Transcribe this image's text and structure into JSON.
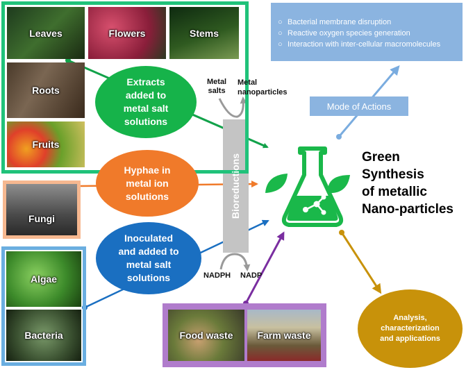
{
  "sources": {
    "plants": [
      "Leaves",
      "Flowers",
      "Stems",
      "Roots",
      "Fruits"
    ],
    "fungi": "Fungi",
    "microbes": [
      "Algae",
      "Bacteria"
    ]
  },
  "processes": {
    "plant": [
      "Extracts",
      "added to",
      "metal salt",
      "solutions"
    ],
    "fungi": [
      "Hyphae in",
      "metal ion",
      "solutions"
    ],
    "microbe": [
      "Inoculated",
      "and added to",
      "metal salt",
      "solutions"
    ]
  },
  "bioreduction": {
    "label": "Bioreductions",
    "metal_salts": [
      "Metal",
      "salts"
    ],
    "metal_nanoparticles": [
      "Metal",
      "nanoparticles"
    ],
    "nadph": "NADPH",
    "nadp": "NADP"
  },
  "title": [
    "Green",
    "Synthesis",
    "of metallic",
    "Nano-particles"
  ],
  "mode_of_actions": {
    "label": "Mode of Actions",
    "items": [
      "Bacterial membrane disruption",
      "Reactive oxygen species generation",
      "Interaction with inter-cellular macromolecules"
    ]
  },
  "waste": [
    "Food waste",
    "Farm waste"
  ],
  "analysis": [
    "Analysis,",
    "characterization",
    "and applications"
  ],
  "colors": {
    "green": "#20c27a",
    "ellipse_green": "#16b34a",
    "orange": "#f07a2a",
    "peach": "#f6b890",
    "blue": "#1a6fc1",
    "sky": "#6aaee0",
    "purple": "#b07ccc",
    "gold": "#c8920a",
    "mode_box": "#8bb4e0"
  },
  "icons": [
    "flask-icon",
    "leaf-icon",
    "molecule-icon"
  ]
}
